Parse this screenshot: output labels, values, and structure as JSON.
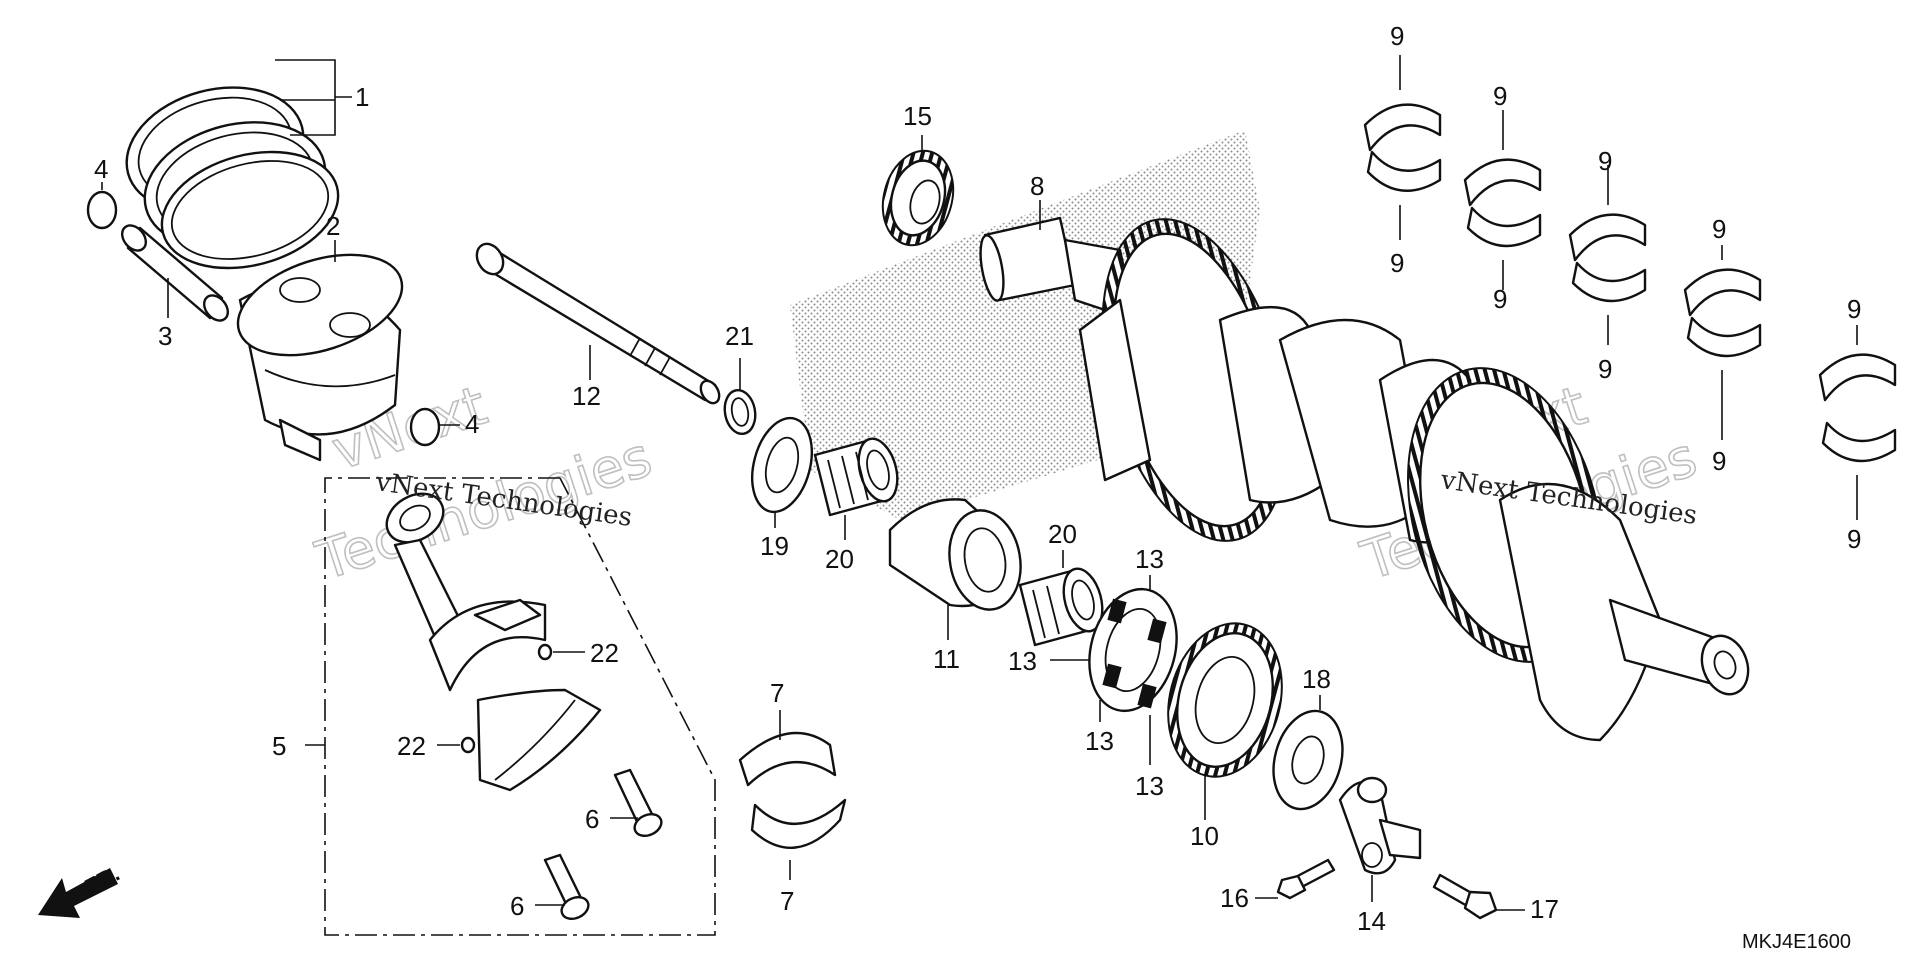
{
  "diagram": {
    "drawing_code": "MKJ4E1600",
    "direction_label": "FR.",
    "watermark": {
      "line": "vNext Technologies",
      "word1": "vNext",
      "word2": "Technologies"
    },
    "callouts": [
      {
        "id": "c1",
        "label": "1"
      },
      {
        "id": "c2",
        "label": "2"
      },
      {
        "id": "c3",
        "label": "3"
      },
      {
        "id": "c4a",
        "label": "4"
      },
      {
        "id": "c4b",
        "label": "4"
      },
      {
        "id": "c5",
        "label": "5"
      },
      {
        "id": "c6a",
        "label": "6"
      },
      {
        "id": "c6b",
        "label": "6"
      },
      {
        "id": "c7a",
        "label": "7"
      },
      {
        "id": "c7b",
        "label": "7"
      },
      {
        "id": "c8",
        "label": "8"
      },
      {
        "id": "c9a",
        "label": "9"
      },
      {
        "id": "c9b",
        "label": "9"
      },
      {
        "id": "c9c",
        "label": "9"
      },
      {
        "id": "c9d",
        "label": "9"
      },
      {
        "id": "c9e",
        "label": "9"
      },
      {
        "id": "c9f",
        "label": "9"
      },
      {
        "id": "c9g",
        "label": "9"
      },
      {
        "id": "c9h",
        "label": "9"
      },
      {
        "id": "c9i",
        "label": "9"
      },
      {
        "id": "c9j",
        "label": "9"
      },
      {
        "id": "c10",
        "label": "10"
      },
      {
        "id": "c11",
        "label": "11"
      },
      {
        "id": "c12",
        "label": "12"
      },
      {
        "id": "c13a",
        "label": "13"
      },
      {
        "id": "c13b",
        "label": "13"
      },
      {
        "id": "c13c",
        "label": "13"
      },
      {
        "id": "c13d",
        "label": "13"
      },
      {
        "id": "c14",
        "label": "14"
      },
      {
        "id": "c15",
        "label": "15"
      },
      {
        "id": "c16",
        "label": "16"
      },
      {
        "id": "c17",
        "label": "17"
      },
      {
        "id": "c18",
        "label": "18"
      },
      {
        "id": "c19",
        "label": "19"
      },
      {
        "id": "c20a",
        "label": "20"
      },
      {
        "id": "c20b",
        "label": "20"
      },
      {
        "id": "c21",
        "label": "21"
      },
      {
        "id": "c22a",
        "label": "22"
      },
      {
        "id": "c22b",
        "label": "22"
      }
    ]
  }
}
